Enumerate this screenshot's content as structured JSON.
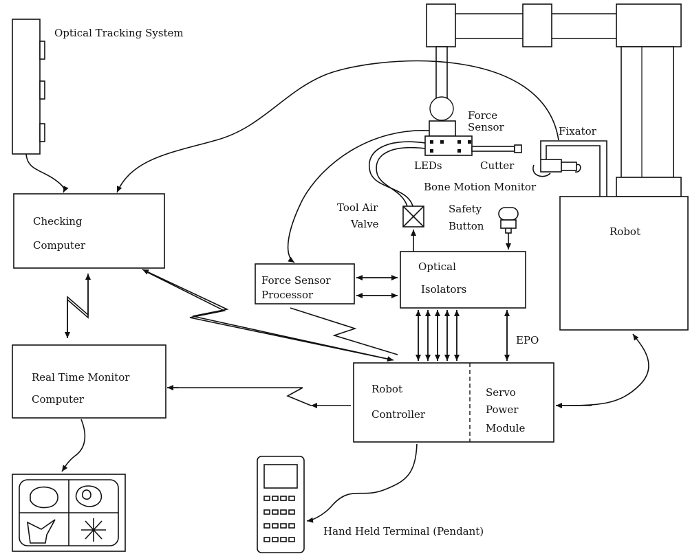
{
  "labels": {
    "optical_tracking_system": "Optical Tracking System",
    "force_sensor_1": "Force",
    "force_sensor_2": "Sensor",
    "fixator": "Fixator",
    "leds": "LEDs",
    "cutter": "Cutter",
    "bone_motion_monitor": "Bone Motion Monitor",
    "tool_air_valve_1": "Tool Air",
    "tool_air_valve_2": "Valve",
    "safety_button_1": "Safety",
    "safety_button_2": "Button",
    "robot": "Robot",
    "checking_computer_1": "Checking",
    "checking_computer_2": "Computer",
    "force_sensor_processor_1": "Force Sensor",
    "force_sensor_processor_2": "Processor",
    "optical_isolators_1": "Optical",
    "optical_isolators_2": "Isolators",
    "epo": "EPO",
    "real_time_monitor_1": "Real Time  Monitor",
    "real_time_monitor_2": "Computer",
    "robot_controller_1": "Robot",
    "robot_controller_2": "Controller",
    "servo_power_module_1": "Servo",
    "servo_power_module_2": "Power",
    "servo_power_module_3": "Module",
    "hand_held_terminal": "Hand Held Terminal (Pendant)"
  }
}
